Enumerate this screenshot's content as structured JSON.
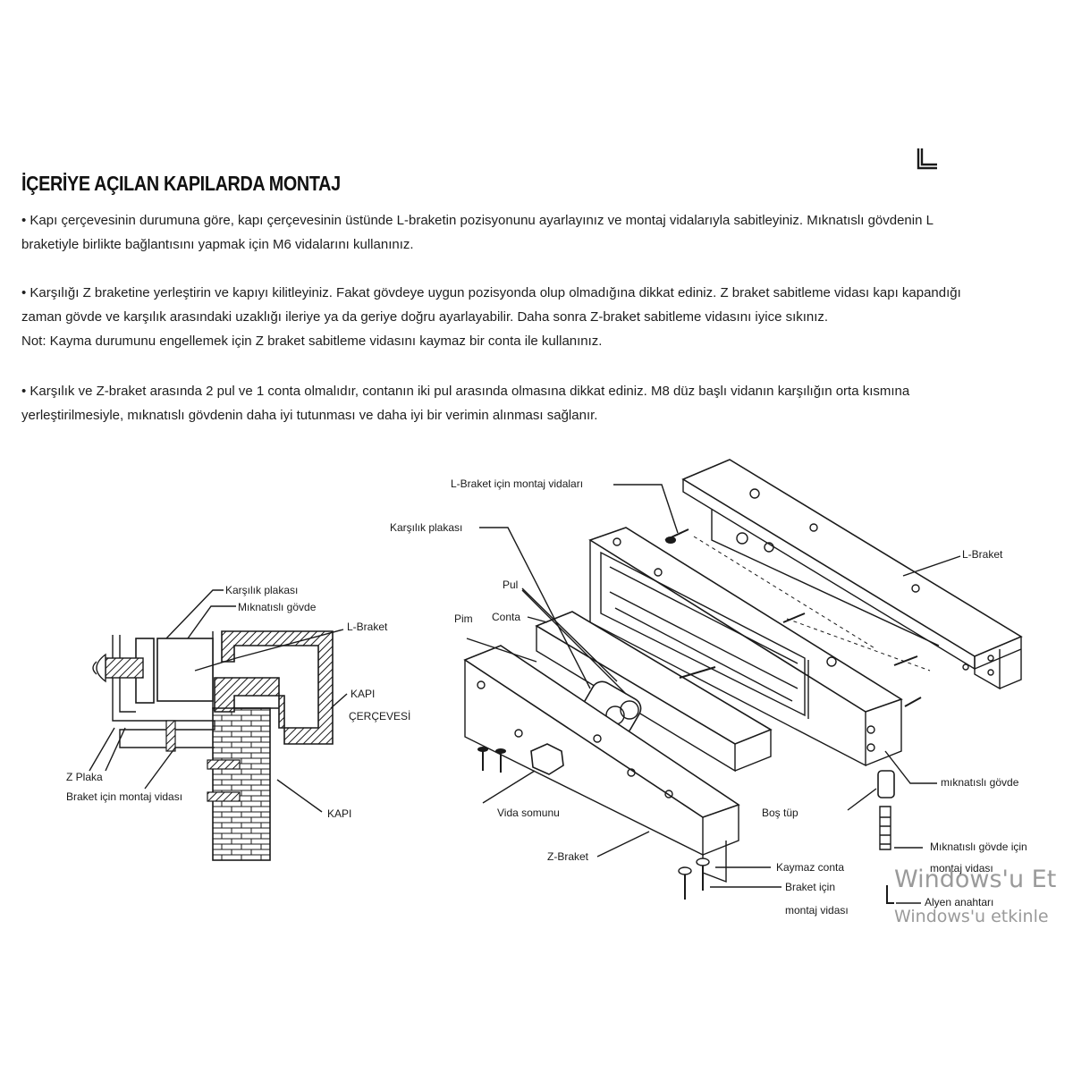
{
  "title": "İÇERİYE  AÇILAN KAPILARDA MONTAJ",
  "instructions": [
    {
      "lines": [
        "•  Kapı çerçevesinin durumuna göre, kapı çerçevesinin üstünde L-braketin pozisyonunu ayarlayınız ve montaj vidalarıyla sabitleyiniz. Mıknatıslı gövdenin L",
        "braketiyle birlikte bağlantısını yapmak için M6 vidalarını kullanınız."
      ]
    },
    {
      "lines": [
        "•  Karşılığı Z braketine yerleştirin ve kapıyı kilitleyiniz. Fakat gövdeye uygun pozisyonda olup olmadığına dikkat ediniz. Z braket sabitleme vidası kapı kapandığı",
        "zaman gövde ve karşılık arasındaki uzaklığı ileriye ya da geriye doğru ayarlayabilir. Daha sonra Z-braket sabitleme vidasını iyice sıkınız.",
        "Not: Kayma durumunu engellemek için Z braket sabitleme vidasını kaymaz bir conta ile kullanınız."
      ]
    },
    {
      "lines": [
        "•  Karşılık ve Z-braket arasında 2 pul ve 1 conta olmalıdır, contanın iki pul arasında olmasına dikkat ediniz. M8 düz başlı vidanın karşılığın orta kısmına",
        "yerleştirilmesiyle, mıknatıslı gövdenin daha iyi tutunması ve daha iyi bir verimin alınması sağlanır."
      ]
    }
  ],
  "diagram_left": {
    "karsilik_plakasi": "Karşılık plakası",
    "miknatisli_govde": "Mıknatıslı gövde",
    "l_braket": "L-Braket",
    "kapi_cercevesi_1": "KAPI",
    "kapi_cercevesi_2": "ÇERÇEVESİ",
    "z_plaka": "Z Plaka",
    "braket_montaj_vidasi": "Braket için montaj vidası",
    "kapi": "KAPI"
  },
  "diagram_right": {
    "l_braket_vidalari": "L-Braket  için montaj vidaları",
    "karsilik_plakasi": "Karşılık plakası",
    "l_braket": "L-Braket",
    "pul": "Pul",
    "conta": "Conta",
    "pim": "Pim",
    "miknatisli_govde": "mıknatıslı gövde",
    "vida_somunu": "Vida somunu",
    "bos_tup": "Boş tüp",
    "z_braket": "Z-Braket",
    "govde_montaj_1": "Mıknatıslı gövde için",
    "govde_montaj_2": "montaj vidası",
    "kaymaz_conta": "Kaymaz conta",
    "braket_icin": "Braket için",
    "montaj_vidasi": "montaj vidası",
    "alyen": "Alyen anahtarı"
  },
  "watermark": {
    "line1": "Windows'u Et",
    "line2": "Windows'u etkinle"
  }
}
